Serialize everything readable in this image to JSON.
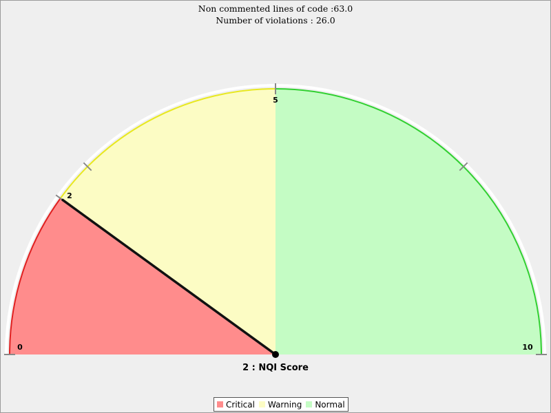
{
  "chart_data": {
    "type": "gauge",
    "subtitles": [
      "Non commented lines of code :63.0",
      "Number of violations : 26.0"
    ],
    "value": 2,
    "value_label": "2 : NQI Score",
    "range": [
      0,
      10
    ],
    "tick_labels": [
      "0",
      "2",
      "5",
      "10"
    ],
    "intervals": [
      {
        "name": "Critical",
        "range": [
          0,
          2
        ],
        "fill": "#ff8c8c",
        "stroke": "#e02020"
      },
      {
        "name": "Warning",
        "range": [
          2,
          5
        ],
        "fill": "#fcfcc4",
        "stroke": "#e8e820"
      },
      {
        "name": "Normal",
        "range": [
          5,
          10
        ],
        "fill": "#c4fcc4",
        "stroke": "#30d030"
      }
    ],
    "legend_position": "bottom"
  }
}
